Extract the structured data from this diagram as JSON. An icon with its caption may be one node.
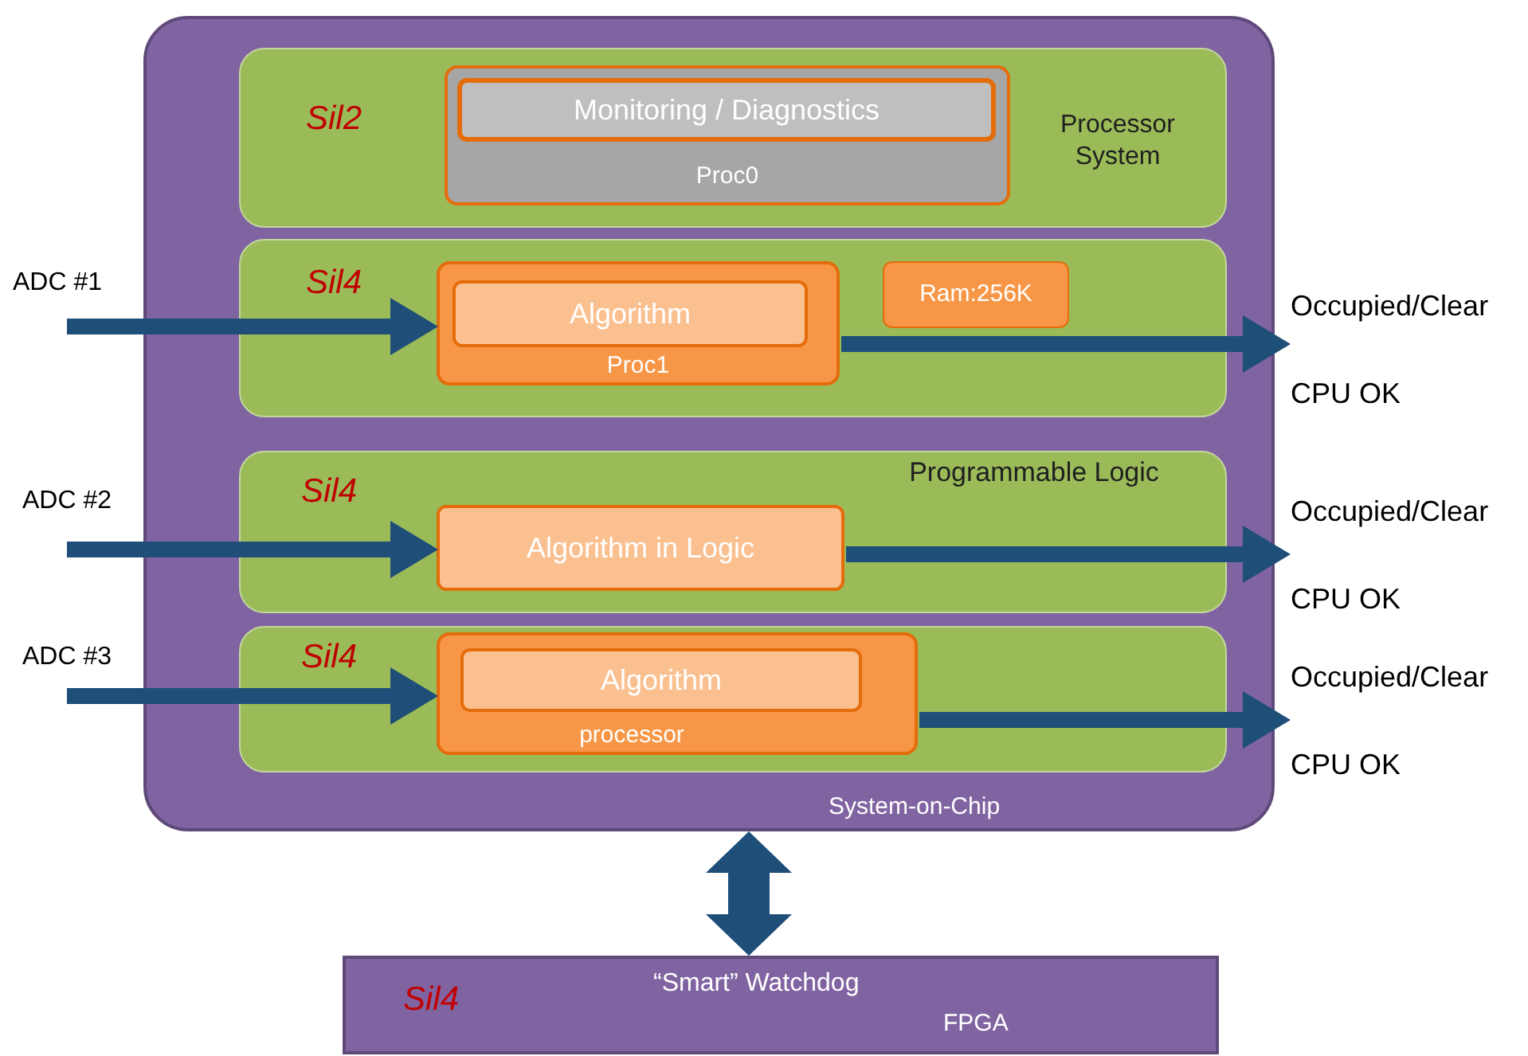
{
  "diagram": {
    "nodes": [
      {
        "text": [
          "System-on-Chip"
        ]
      },
      {
        "text": [
          "Sil2",
          "Processor System"
        ],
        "in": 0
      },
      {
        "text": [
          "Proc0"
        ],
        "in": 1
      },
      {
        "text": [
          "Monitoring / Diagnostics"
        ],
        "in": 2
      },
      {
        "text": [
          "Sil4"
        ],
        "in": 0
      },
      {
        "text": [
          "Proc1"
        ],
        "in": 4
      },
      {
        "text": [
          "Algorithm"
        ],
        "in": 5
      },
      {
        "text": [
          "Ram:256K"
        ],
        "in": 4
      },
      {
        "text": [
          "Sil4",
          "Programmable Logic"
        ],
        "in": 0
      },
      {
        "text": [
          "Algorithm in Logic"
        ],
        "in": 8
      },
      {
        "text": [
          "Sil4"
        ],
        "in": 0
      },
      {
        "text": [
          "processor"
        ],
        "in": 10
      },
      {
        "text": [
          "Algorithm"
        ],
        "in": 11
      },
      {
        "text": [
          "Sil4",
          "“Smart” Watchdog",
          "FPGA"
        ]
      },
      {
        "text": [
          "ADC #1"
        ]
      },
      {
        "text": [
          "ADC #2"
        ]
      },
      {
        "text": [
          "ADC #3"
        ]
      },
      {
        "text": [
          "Occupied/Clear",
          "CPU OK"
        ]
      },
      {
        "text": [
          "Occupied/Clear",
          "CPU OK"
        ]
      },
      {
        "text": [
          "Occupied/Clear",
          "CPU OK"
        ]
      }
    ],
    "edges": [
      {
        "from": 14,
        "to": 5,
        "arrow": "to"
      },
      {
        "from": 15,
        "to": 9,
        "arrow": "to"
      },
      {
        "from": 16,
        "to": 11,
        "arrow": "to"
      },
      {
        "from": 5,
        "to": 17,
        "arrow": "to"
      },
      {
        "from": 9,
        "to": 18,
        "arrow": "to"
      },
      {
        "from": 11,
        "to": 19,
        "arrow": "to"
      },
      {
        "from": 0,
        "to": 13,
        "arrow": "both",
        "style": "thick"
      }
    ]
  }
}
